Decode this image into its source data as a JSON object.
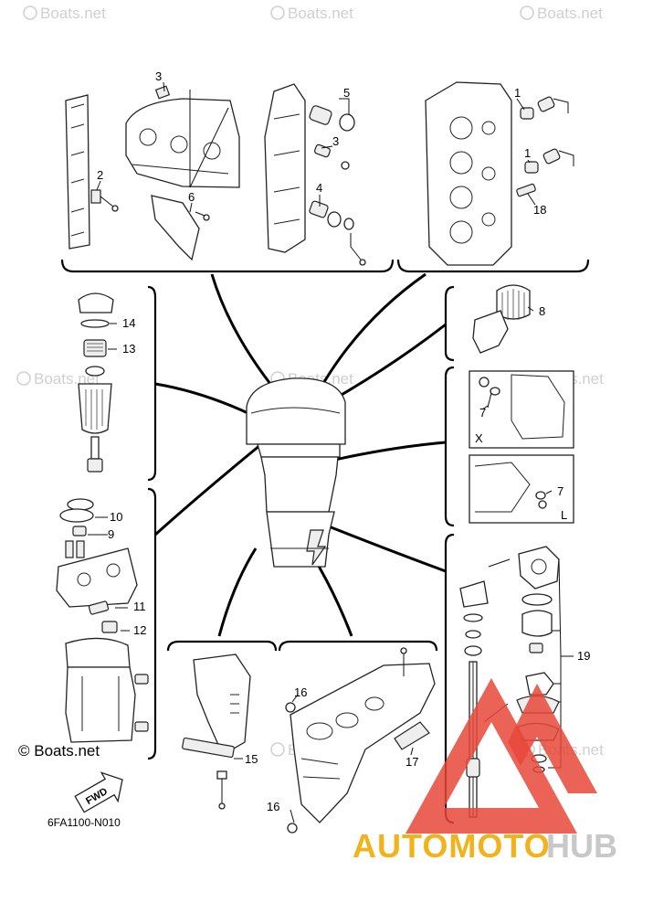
{
  "watermark": {
    "text": "Boats.net",
    "copyright_text": "© Boats.net"
  },
  "diagram_code": "6FA1100-N010",
  "fwd_label": "FWD",
  "brand_logo": {
    "text_part1": "AUTOMOTO",
    "text_part2": "HUB",
    "color_primary": "#f2b21b",
    "color_secondary": "#d0d0d0",
    "triangle_color": "#e8483a"
  },
  "view_labels": {
    "x": "X",
    "l": "L"
  },
  "callouts": [
    "1",
    "1",
    "2",
    "3",
    "3",
    "4",
    "5",
    "6",
    "7",
    "7",
    "8",
    "9",
    "10",
    "11",
    "12",
    "13",
    "14",
    "15",
    "16",
    "16",
    "17",
    "18",
    "19"
  ]
}
